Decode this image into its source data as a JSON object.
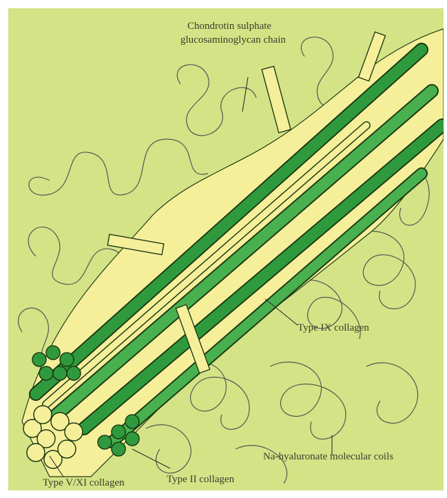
{
  "colors": {
    "background": "#d4e386",
    "fibril_green": "#2f9a3d",
    "fibril_green_light": "#48b04e",
    "fibril_yellow": "#f6ef9a",
    "outline": "#1c3a14",
    "coil": "#4f5a52"
  },
  "labels": {
    "chondroitin_line1": "Chondrotin sulphate",
    "chondroitin_line2": "glucosaminoglycan chain",
    "type_ix": "Type IX collagen",
    "na_hyaluronate": "Na-hyaluronate molecular coils",
    "type_v_xi": "Type V/XI collagen",
    "type_ii": "Type II collagen"
  }
}
